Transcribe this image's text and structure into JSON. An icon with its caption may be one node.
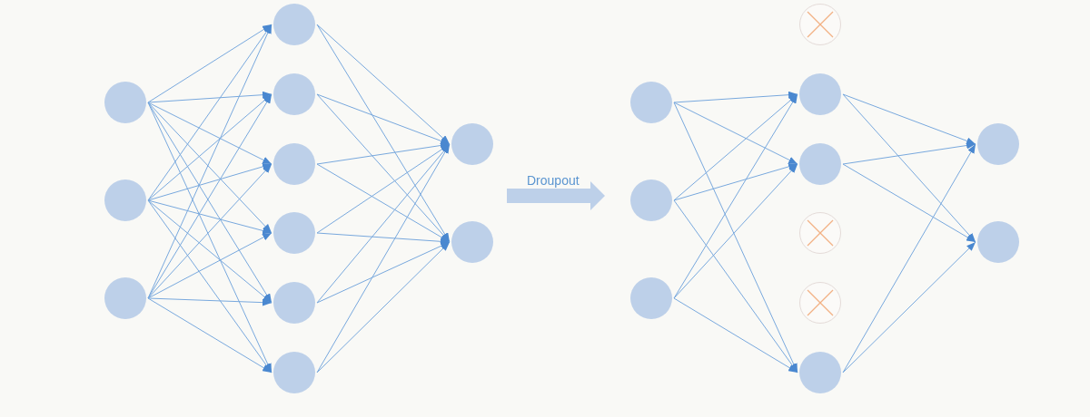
{
  "diagram": {
    "nodes": [
      {
        "text": [],
        "shape": "circle"
      },
      {
        "text": [],
        "shape": "circle"
      },
      {
        "text": [],
        "shape": "circle"
      },
      {
        "text": [],
        "shape": "circle"
      },
      {
        "text": [],
        "shape": "circle"
      },
      {
        "text": [],
        "shape": "circle"
      },
      {
        "text": [],
        "shape": "circle"
      },
      {
        "text": [],
        "shape": "circle"
      },
      {
        "text": [],
        "shape": "circle"
      },
      {
        "text": [],
        "shape": "circle"
      },
      {
        "text": [],
        "shape": "circle"
      },
      {
        "text": [],
        "shape": "circle"
      },
      {
        "text": [],
        "shape": "circle"
      },
      {
        "text": [],
        "shape": "circle"
      },
      {
        "text": [],
        "shape": "crossed-circle"
      },
      {
        "text": [],
        "shape": "circle"
      },
      {
        "text": [],
        "shape": "circle"
      },
      {
        "text": [],
        "shape": "crossed-circle"
      },
      {
        "text": [],
        "shape": "crossed-circle"
      },
      {
        "text": [],
        "shape": "circle"
      },
      {
        "text": [],
        "shape": "circle"
      },
      {
        "text": [],
        "shape": "circle"
      }
    ],
    "edges": [
      {
        "from": 0,
        "to": 3,
        "arrow": "to"
      },
      {
        "from": 0,
        "to": 4,
        "arrow": "to"
      },
      {
        "from": 0,
        "to": 5,
        "arrow": "to"
      },
      {
        "from": 0,
        "to": 6,
        "arrow": "to"
      },
      {
        "from": 0,
        "to": 7,
        "arrow": "to"
      },
      {
        "from": 0,
        "to": 8,
        "arrow": "to"
      },
      {
        "from": 1,
        "to": 3,
        "arrow": "to"
      },
      {
        "from": 1,
        "to": 4,
        "arrow": "to"
      },
      {
        "from": 1,
        "to": 5,
        "arrow": "to"
      },
      {
        "from": 1,
        "to": 6,
        "arrow": "to"
      },
      {
        "from": 1,
        "to": 7,
        "arrow": "to"
      },
      {
        "from": 1,
        "to": 8,
        "arrow": "to"
      },
      {
        "from": 2,
        "to": 3,
        "arrow": "to"
      },
      {
        "from": 2,
        "to": 4,
        "arrow": "to"
      },
      {
        "from": 2,
        "to": 5,
        "arrow": "to"
      },
      {
        "from": 2,
        "to": 6,
        "arrow": "to"
      },
      {
        "from": 2,
        "to": 7,
        "arrow": "to"
      },
      {
        "from": 2,
        "to": 8,
        "arrow": "to"
      },
      {
        "from": 3,
        "to": 9,
        "arrow": "to"
      },
      {
        "from": 3,
        "to": 10,
        "arrow": "to"
      },
      {
        "from": 4,
        "to": 9,
        "arrow": "to"
      },
      {
        "from": 4,
        "to": 10,
        "arrow": "to"
      },
      {
        "from": 5,
        "to": 9,
        "arrow": "to"
      },
      {
        "from": 5,
        "to": 10,
        "arrow": "to"
      },
      {
        "from": 6,
        "to": 9,
        "arrow": "to"
      },
      {
        "from": 6,
        "to": 10,
        "arrow": "to"
      },
      {
        "from": 7,
        "to": 9,
        "arrow": "to"
      },
      {
        "from": 7,
        "to": 10,
        "arrow": "to"
      },
      {
        "from": 8,
        "to": 9,
        "arrow": "to"
      },
      {
        "from": 8,
        "to": 10,
        "arrow": "to"
      },
      {
        "from": 11,
        "to": 15,
        "arrow": "to"
      },
      {
        "from": 11,
        "to": 16,
        "arrow": "to"
      },
      {
        "from": 11,
        "to": 19,
        "arrow": "to"
      },
      {
        "from": 12,
        "to": 15,
        "arrow": "to"
      },
      {
        "from": 12,
        "to": 16,
        "arrow": "to"
      },
      {
        "from": 12,
        "to": 19,
        "arrow": "to"
      },
      {
        "from": 13,
        "to": 15,
        "arrow": "to"
      },
      {
        "from": 13,
        "to": 16,
        "arrow": "to"
      },
      {
        "from": 13,
        "to": 19,
        "arrow": "to"
      },
      {
        "from": 15,
        "to": 20,
        "arrow": "to"
      },
      {
        "from": 15,
        "to": 21,
        "arrow": "to"
      },
      {
        "from": 16,
        "to": 20,
        "arrow": "to"
      },
      {
        "from": 16,
        "to": 21,
        "arrow": "to"
      },
      {
        "from": 19,
        "to": 20,
        "arrow": "to"
      },
      {
        "from": 19,
        "to": 21,
        "arrow": "to"
      }
    ],
    "labels": [
      "Droupout"
    ]
  }
}
